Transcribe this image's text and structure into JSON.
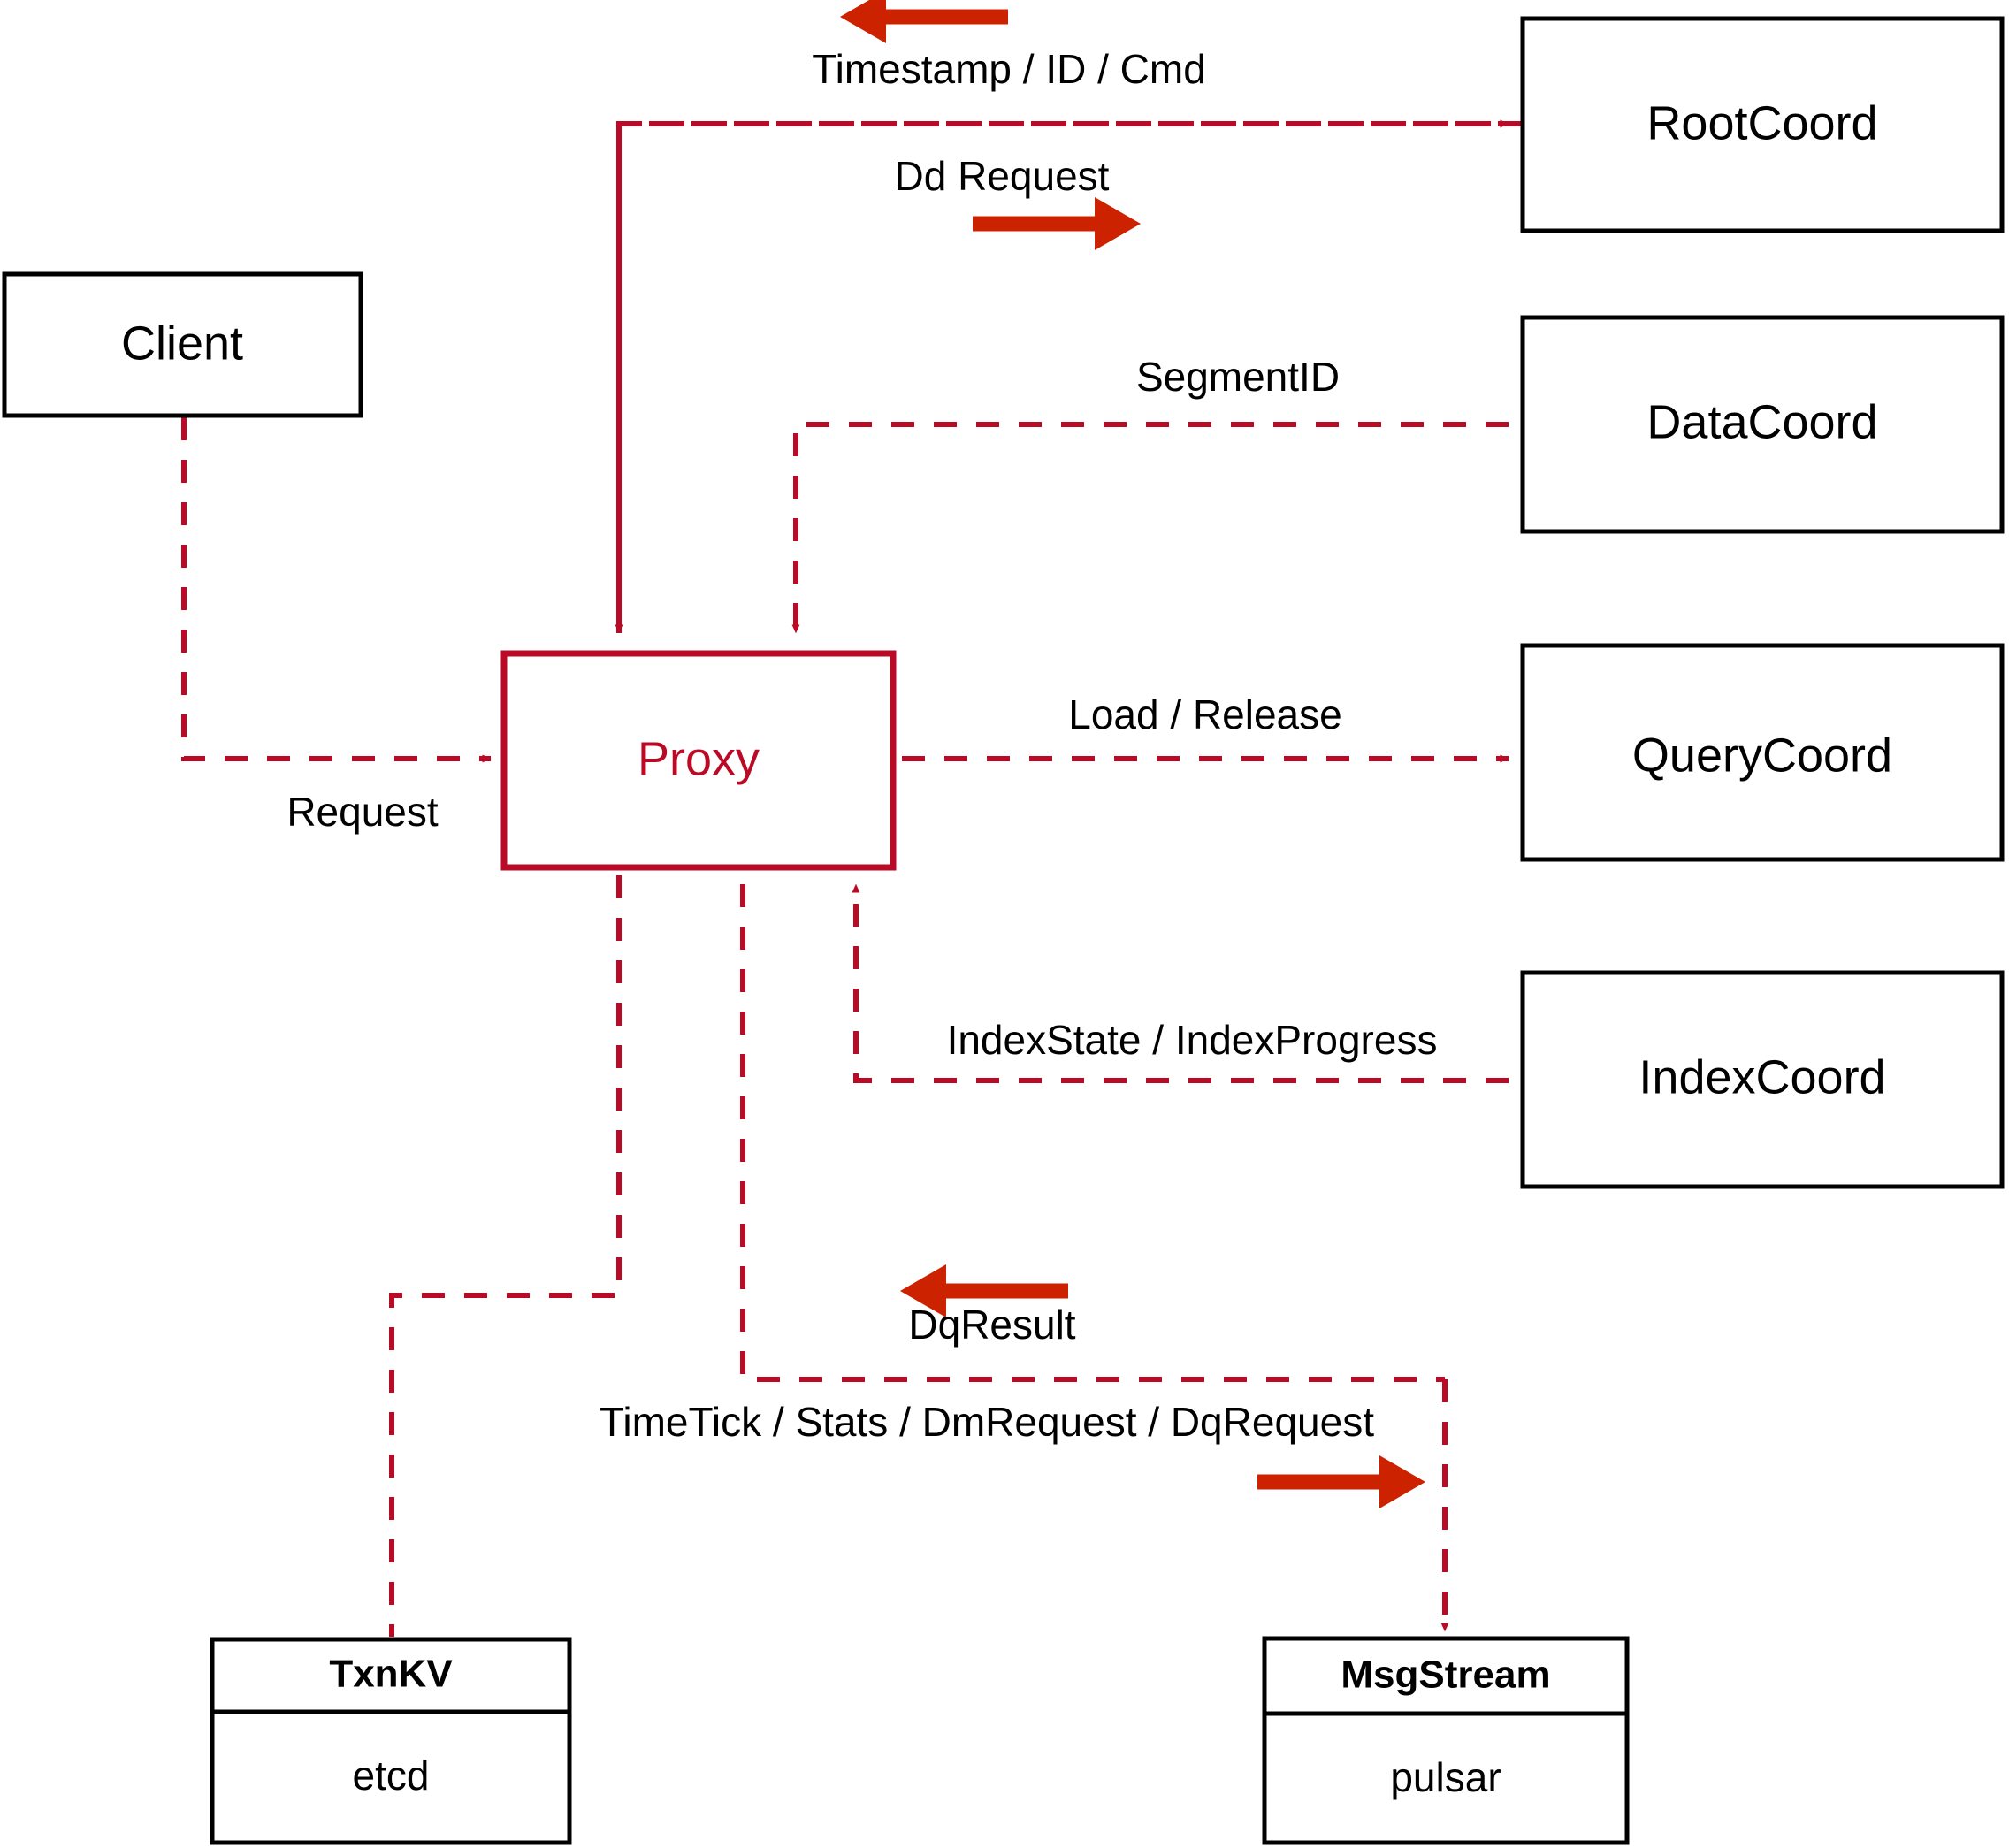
{
  "diagram": {
    "title": "Milvus Proxy architecture dataflow",
    "colors": {
      "accent_red": "#bb0a26",
      "arrow_red": "#cc2200",
      "node_stroke": "#000000",
      "background": "#ffffff"
    },
    "nodes": {
      "client": {
        "label": "Client"
      },
      "proxy": {
        "label": "Proxy"
      },
      "root_coord": {
        "label": "RootCoord"
      },
      "data_coord": {
        "label": "DataCoord"
      },
      "query_coord": {
        "label": "QueryCoord"
      },
      "index_coord": {
        "label": "IndexCoord"
      },
      "txnkv": {
        "header": "TxnKV",
        "body": "etcd"
      },
      "msgstream": {
        "header": "MsgStream",
        "body": "pulsar"
      }
    },
    "edges": {
      "timestamp_id_cmd": {
        "label": "Timestamp / ID / Cmd",
        "direction": "left"
      },
      "dd_request": {
        "label": "Dd Request",
        "direction": "right"
      },
      "segment_id": {
        "label": "SegmentID",
        "direction": "none"
      },
      "load_release": {
        "label": "Load / Release",
        "direction": "none"
      },
      "index_state_progress": {
        "label": "IndexState / IndexProgress",
        "direction": "none"
      },
      "request": {
        "label": "Request",
        "direction": "none"
      },
      "dq_result": {
        "label": "DqResult",
        "direction": "left"
      },
      "timetick_stats": {
        "label": "TimeTick / Stats / DmRequest / DqRequest",
        "direction": "right"
      }
    }
  }
}
